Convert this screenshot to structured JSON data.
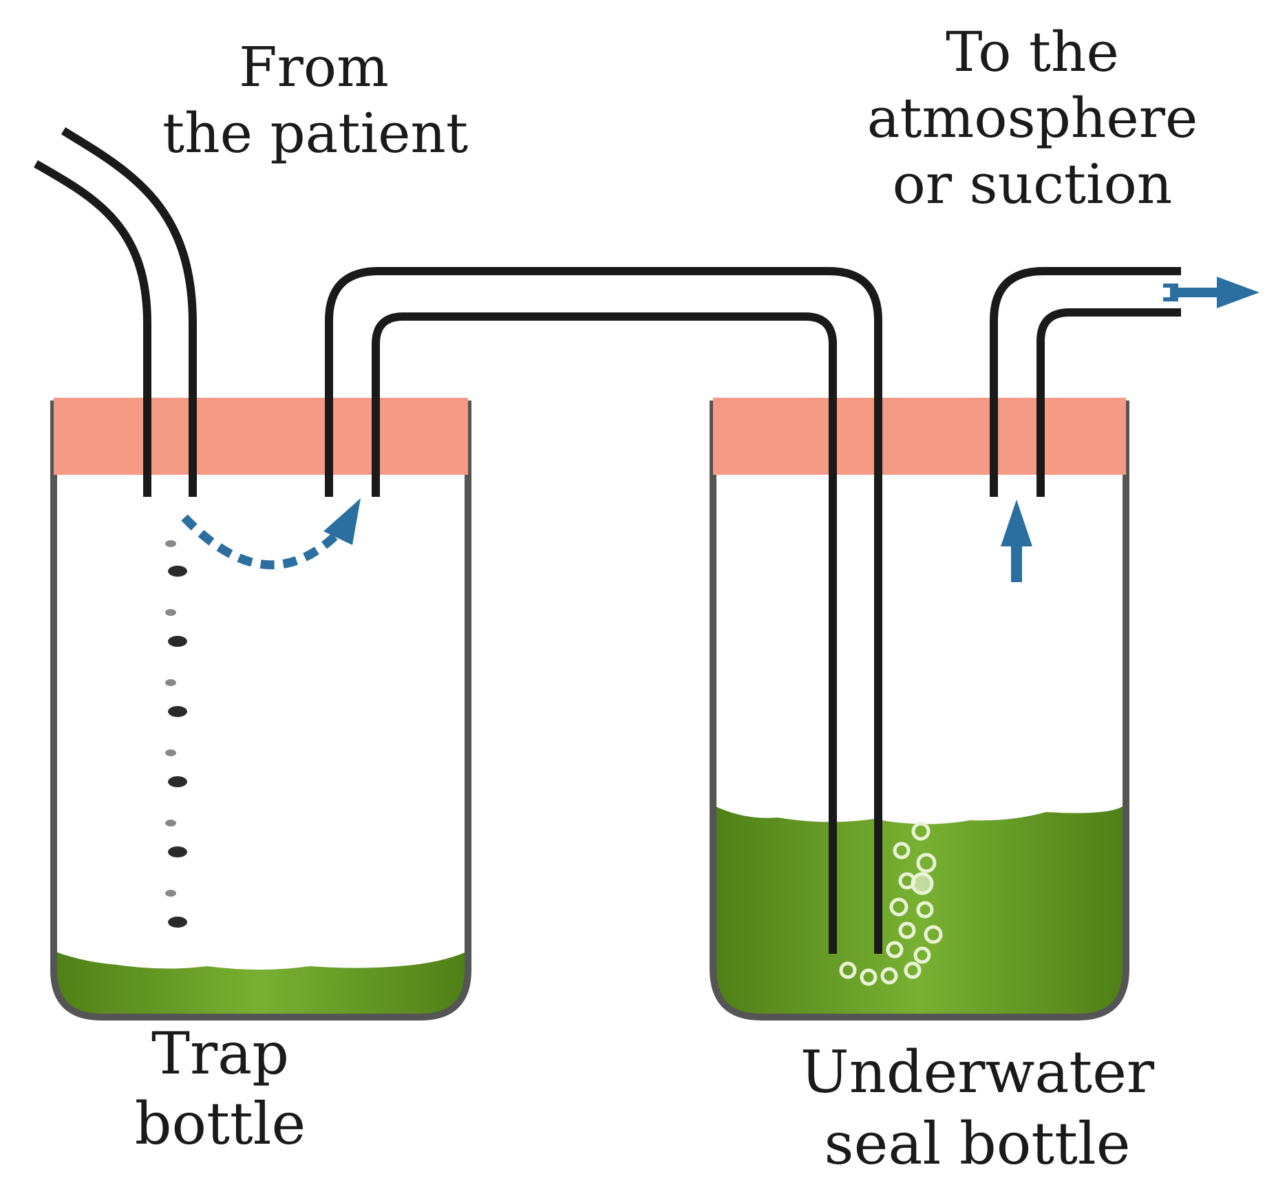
{
  "labels": {
    "from_line1": "From",
    "from_line2": "the patient",
    "to_line1": "To the",
    "to_line2": "atmosphere",
    "to_line3": "or suction",
    "trap_line1": "Trap",
    "trap_line2": "bottle",
    "seal_line1": "Underwater",
    "seal_line2": "seal bottle"
  },
  "colors": {
    "outline": "#1a1a1a",
    "stopper": "#f59a84",
    "liquid": "#6ea82c",
    "liquid_dark": "#4f7f17",
    "flow_arrow": "#2a6fa0",
    "bottle_wall": "#555555"
  }
}
